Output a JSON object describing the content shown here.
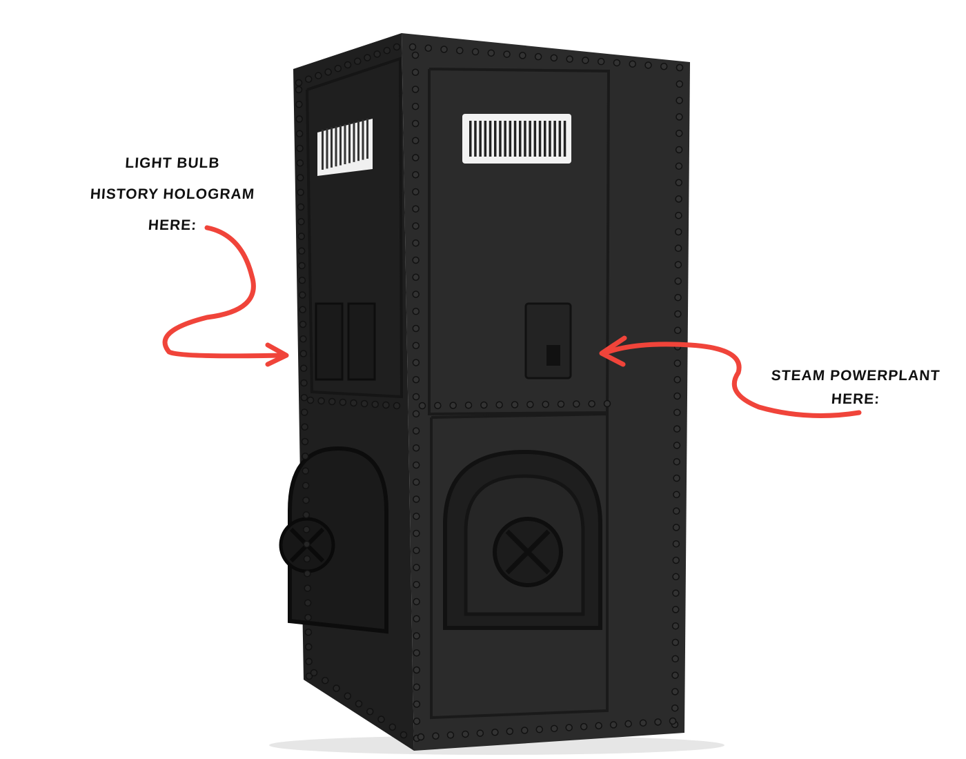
{
  "annotations": {
    "left": {
      "line1": "Light bulb",
      "line2": "History hologram",
      "line3": "here:"
    },
    "right": {
      "line1": "Steam powerplant",
      "line2": "here:"
    }
  },
  "colors": {
    "arrow": "#f0443a",
    "front_face": "#2b2b2b",
    "side_face": "#1f1f1f",
    "vent": "#f2f2f2"
  }
}
